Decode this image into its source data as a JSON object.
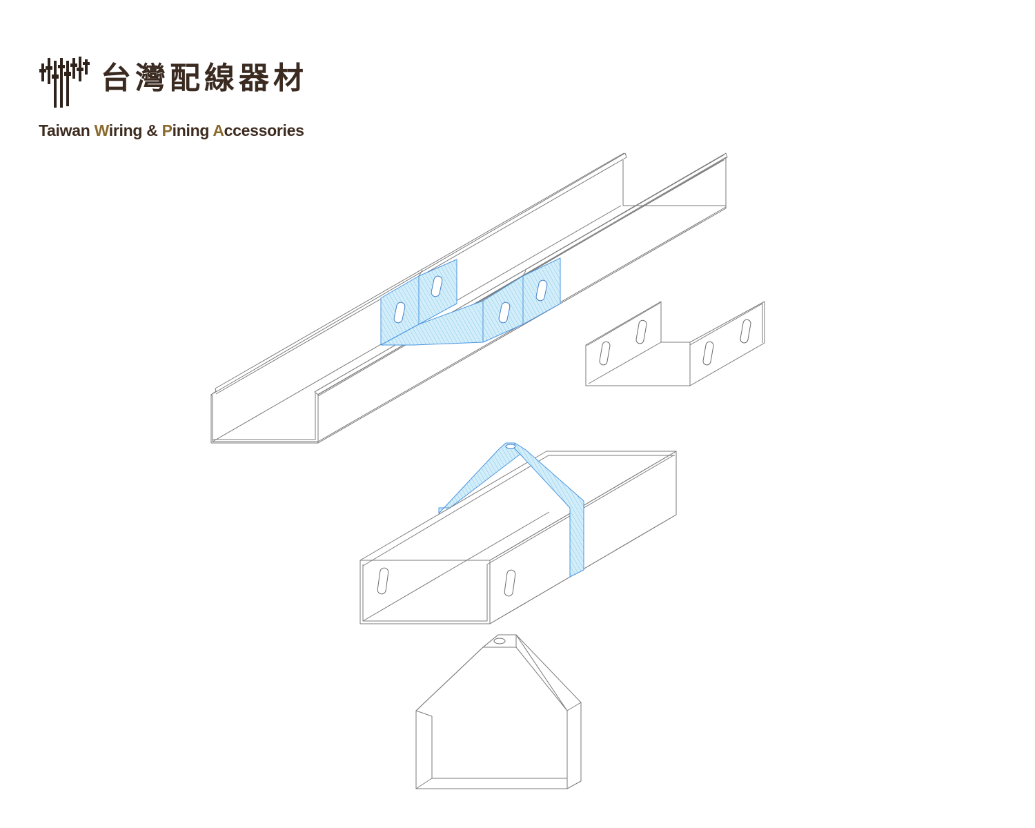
{
  "brand": {
    "name_zh": "台灣配線器材",
    "name_en": {
      "w1_cap": "T",
      "w1_rest": "aiwan",
      "w2_cap": "W",
      "w2_rest": "iring",
      "amp": "&",
      "w3_cap": "P",
      "w3_rest": "ining",
      "w4_cap": "A",
      "w4_rest": "ccessories"
    },
    "colors": {
      "dark": "#3d2b1f",
      "gold": "#8a6a2e"
    }
  },
  "diagram": {
    "colors": {
      "line": "#7a7a7a",
      "highlight": "#4a95e0",
      "highlight_fill": "#bfe3f4"
    },
    "parts": [
      "cable-tray-with-joint-coupler",
      "joint-coupler",
      "cable-tray-with-hanger-strap",
      "hanger-strap"
    ]
  }
}
